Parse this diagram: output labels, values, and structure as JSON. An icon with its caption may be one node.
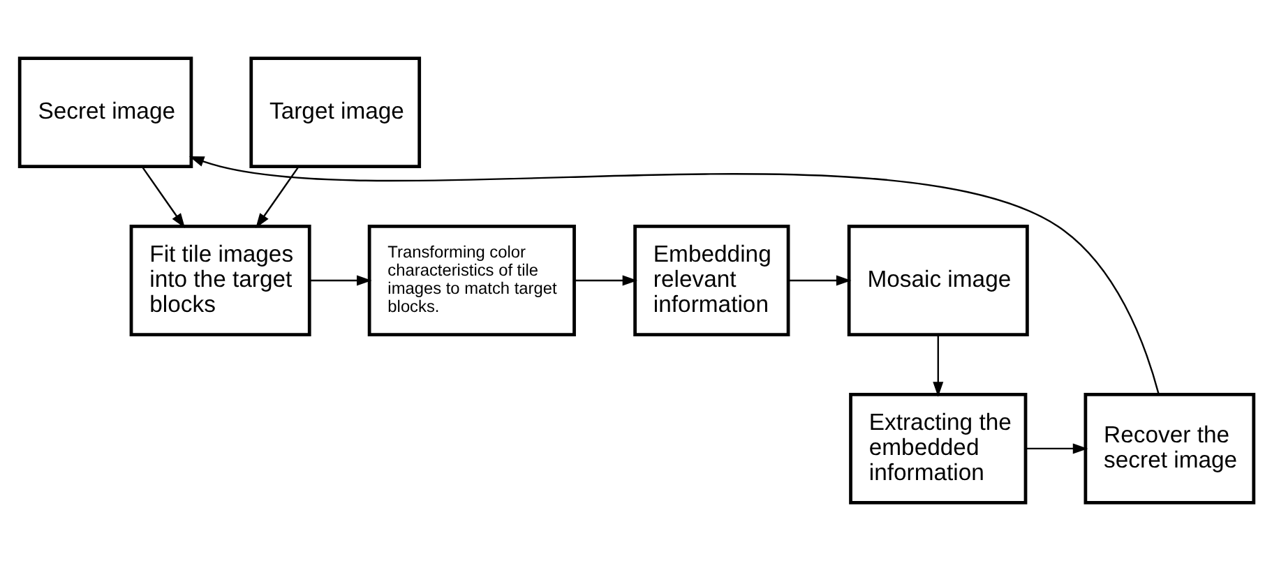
{
  "diagram": {
    "nodes": [
      {
        "text": [
          "Secret image"
        ]
      },
      {
        "text": [
          "Target image"
        ]
      },
      {
        "text": [
          "Fit tile images into the target blocks"
        ]
      },
      {
        "text": [
          "Transforming color characteristics of tile images to match target blocks."
        ]
      },
      {
        "text": [
          "Embedding relevant information"
        ]
      },
      {
        "text": [
          "Mosaic image"
        ]
      },
      {
        "text": [
          "Extracting the embedded information"
        ]
      },
      {
        "text": [
          "Recover the secret image"
        ]
      }
    ],
    "edges": [
      {
        "from": 0,
        "to": 2,
        "arrow": "to"
      },
      {
        "from": 1,
        "to": 2,
        "arrow": "to"
      },
      {
        "from": 2,
        "to": 3,
        "arrow": "to"
      },
      {
        "from": 3,
        "to": 4,
        "arrow": "to"
      },
      {
        "from": 4,
        "to": 5,
        "arrow": "to"
      },
      {
        "from": 5,
        "to": 6,
        "arrow": "to"
      },
      {
        "from": 6,
        "to": 7,
        "arrow": "to"
      },
      {
        "from": 7,
        "to": 0,
        "arrow": "to"
      }
    ]
  }
}
